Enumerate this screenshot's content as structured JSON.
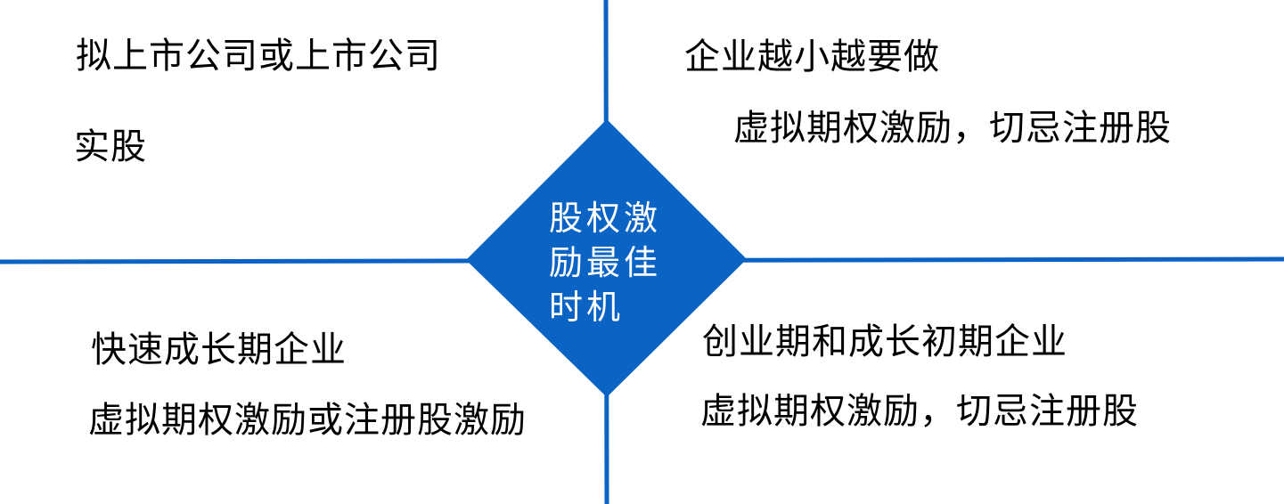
{
  "colors": {
    "accent": "#0B63C4",
    "text": "#000000",
    "center_text": "#FFFFFF",
    "background": "#FFFFFF"
  },
  "center": {
    "title": "股权激励最佳时机"
  },
  "quadrants": {
    "top_left": {
      "line1": "拟上市公司或上市公司",
      "line2": "实股"
    },
    "top_right": {
      "line1": "企业越小越要做",
      "line2": "虚拟期权激励，切忌注册股"
    },
    "bottom_left": {
      "line1": "快速成长期企业",
      "line2": "虚拟期权激励或注册股激励"
    },
    "bottom_right": {
      "line1": "创业期和成长初期企业",
      "line2": "虚拟期权激励，切忌注册股"
    }
  }
}
